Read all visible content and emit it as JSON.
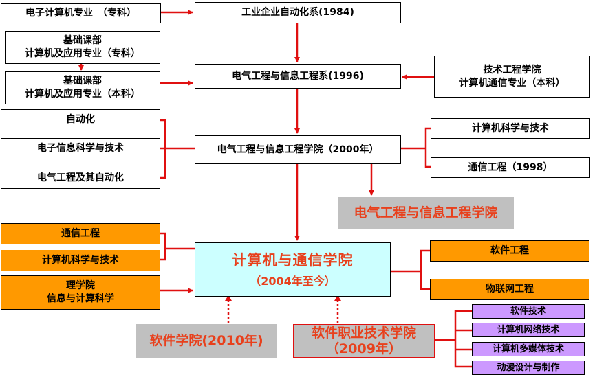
{
  "left_top": {
    "ee_specialty": "电子计算机专业　（专科）",
    "foundation_1": "基础课部",
    "cs_app_1": "计算机及应用专业（专科）",
    "foundation_2": "基础课部",
    "cs_app_2": "计算机及应用专业（本科）"
  },
  "center": {
    "industrial_auto": "工业企业自动化系(1984)",
    "ee_dept": "电气工程与信息工程系(1996)",
    "ee_college": "电气工程与信息工程学院（2000年）",
    "main_title": "计算机与通信学院",
    "main_sub": "（2004年至今）"
  },
  "right_top": {
    "tech_eng_1": "技术工程学院",
    "tech_eng_2": "计算机通信专业（本科）",
    "cs_tech": "计算机科学与技术",
    "comm_eng": "通信工程（1998）",
    "ee_college_gray": "电气工程与信息工程学院"
  },
  "left_mid": {
    "automation": "自动化",
    "electronic_info": "电子信息科学与技术",
    "electrical_auto": "电气工程及其自动化"
  },
  "left_bottom": {
    "comm": "通信工程",
    "cs": "计算机科学与技术",
    "science_1": "理学院",
    "science_2": "信息与计算科学"
  },
  "right_bottom": {
    "software_eng": "软件工程",
    "iot": "物联网工程"
  },
  "bottom": {
    "software_college": "软件学院(2010年)",
    "voc_college_1": "软件职业技术学院",
    "voc_college_2": "（2009年）",
    "purple": [
      "软件技术",
      "计算机网络技术",
      "计算机多媒体技术",
      "动漫设计与制作"
    ]
  },
  "colors": {
    "arrow_red": "#e01010",
    "orange": "#ff9900",
    "purple": "#cc99ff",
    "cyan": "#ccffff",
    "gray": "#c0c0c0",
    "title_red": "#e8401c"
  }
}
